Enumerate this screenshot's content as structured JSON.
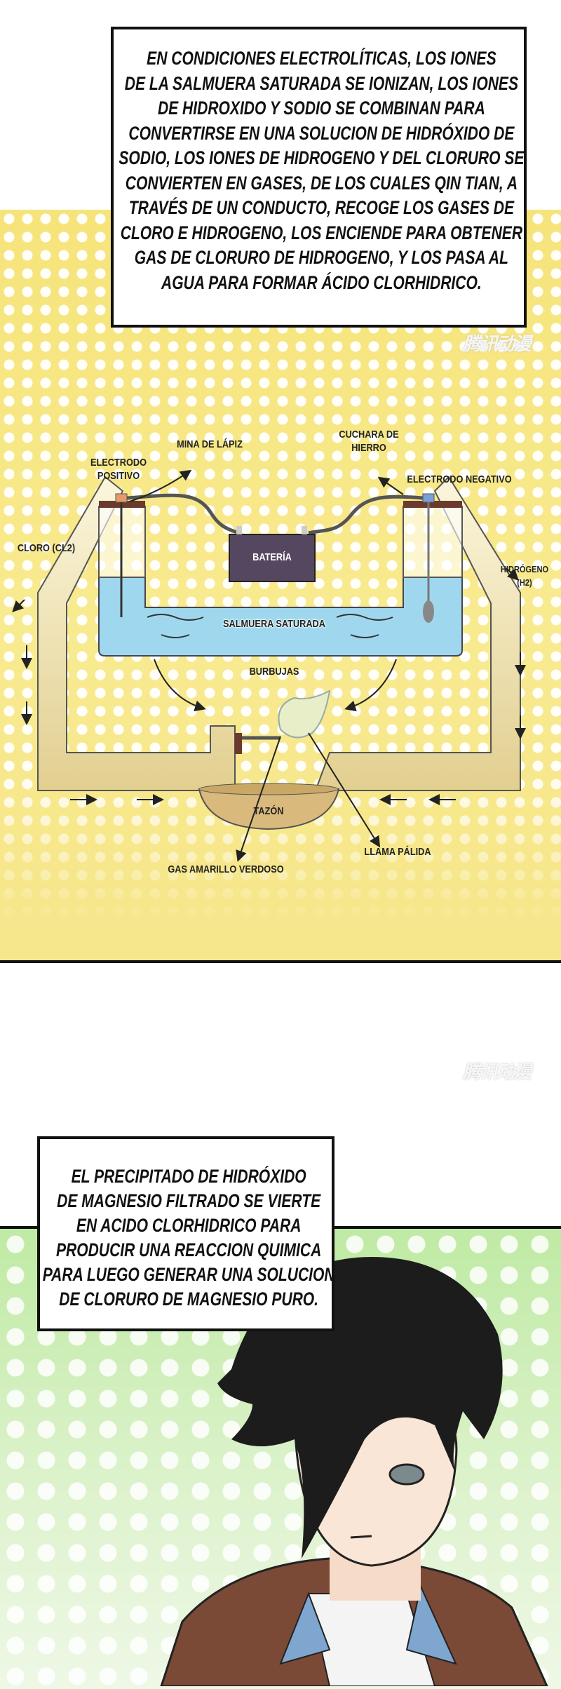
{
  "caption_top": {
    "lines": [
      "EN CONDICIONES ELECTROLÍTICAS, LOS IONES",
      "DE LA SALMUERA SATURADA SE IONIZAN, LOS IONES",
      "DE HIDROXIDO Y SODIO SE COMBINAN PARA",
      "CONVERTIRSE EN UNA SOLUCION DE HIDRÓXIDO DE",
      "SODIO,  LOS IONES DE HIDROGENO Y DEL CLORURO SE",
      "CONVIERTEN EN GASES, DE LOS CUALES QIN TIAN, A",
      "TRAVÉS DE UN CONDUCTO, RECOGE LOS GASES DE",
      "CLORO E HIDROGENO, LOS ENCIENDE PARA OBTENER",
      "GAS DE CLORURO DE HIDROGENO, Y LOS PASA AL",
      "AGUA PARA FORMAR ÁCIDO CLORHIDRICO."
    ]
  },
  "diagram": {
    "mina": "MINA DE LÁPIZ",
    "electrodo_positivo": [
      "ELECTRODO",
      "POSITIVO"
    ],
    "cuchara": [
      "CUCHARA DE",
      "HIERRO"
    ],
    "electrodo_negativo": "ELECTRODO NEGATIVO",
    "cloro": "CLORO (CL2)",
    "hidrogeno": [
      "HIDRÓGENO",
      "(H2)"
    ],
    "bateria": "BATERÍA",
    "salmuera": "SALMUERA SATURADA",
    "burbujas": "BURBUJAS",
    "tazon": "TAZÓN",
    "gas": "GAS AMARILLO VERDOSO",
    "llama": "LLAMA PÁLIDA"
  },
  "watermark": "腾讯动漫",
  "caption_bottom": {
    "lines": [
      "EL PRECIPITADO DE HIDRÓXIDO",
      "DE MAGNESIO FILTRADO SE VIERTE",
      "EN ACIDO CLORHIDRICO PARA",
      "PRODUCIR UNA REACCION QUIMICA",
      "PARA LUEGO GENERAR UNA SOLUCION",
      "DE CLORURO DE MAGNESIO PURO."
    ]
  },
  "colors": {
    "yellow": "#f6e47a",
    "green": "#bfeaa4",
    "brine": "#9fd8ee",
    "battery": "#55475f",
    "hair": "#1c1c1c",
    "jacket": "#7a4a36",
    "collar": "#7ea6cf"
  }
}
